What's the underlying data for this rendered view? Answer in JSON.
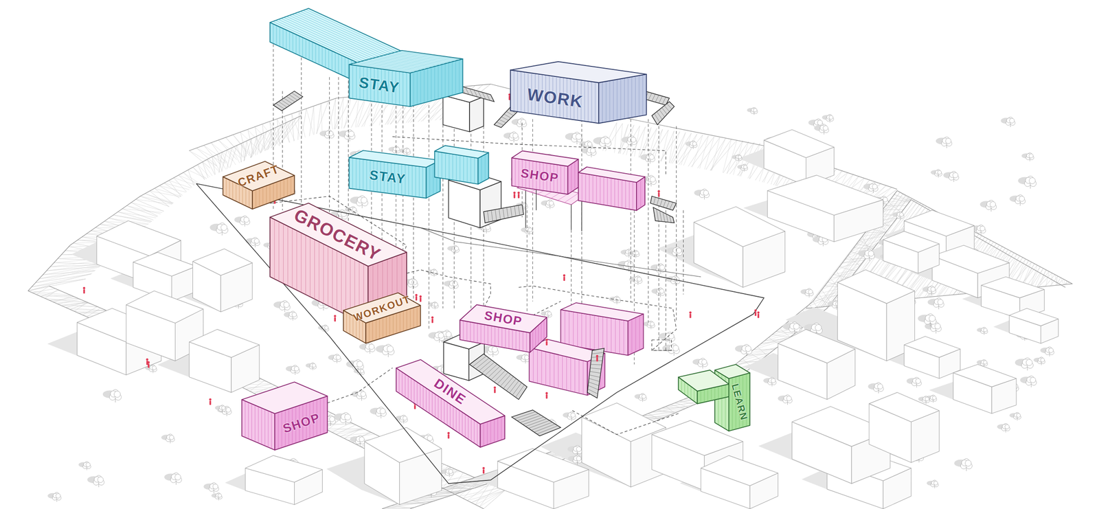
{
  "diagram": {
    "nodes": [
      {
        "text": [
          "STAY"
        ]
      },
      {
        "text": [
          "WORK"
        ]
      },
      {
        "text": [
          "STAY"
        ]
      },
      {
        "text": [
          "SHOP"
        ]
      },
      {
        "text": [
          "CRAFT"
        ]
      },
      {
        "text": [
          "GROCERY"
        ]
      },
      {
        "text": [
          "WORKOUT"
        ]
      },
      {
        "text": [
          "SHOP"
        ]
      },
      {
        "text": [
          "DINE"
        ]
      },
      {
        "text": [
          "SHOP"
        ]
      },
      {
        "text": [
          "LEARN"
        ]
      }
    ]
  }
}
